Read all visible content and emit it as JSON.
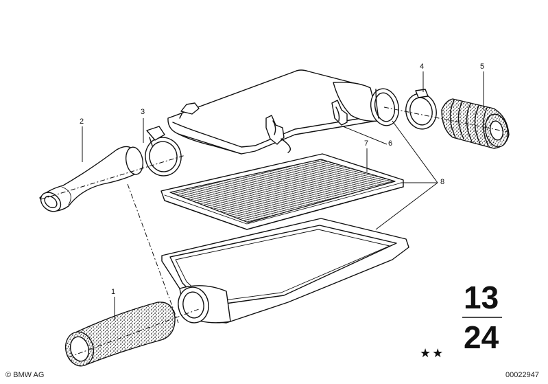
{
  "callouts": {
    "c1": "1",
    "c2": "2",
    "c3": "3",
    "c4": "4",
    "c5": "5",
    "c6": "6",
    "c7": "7",
    "c8": "8"
  },
  "group": {
    "main": "13",
    "sub": "24"
  },
  "stars": "★★",
  "copyright": "© BMW AG",
  "diagram_id": "00022947",
  "colors": {
    "ink": "#111111",
    "paper": "#ffffff",
    "stipple": "#333333"
  }
}
